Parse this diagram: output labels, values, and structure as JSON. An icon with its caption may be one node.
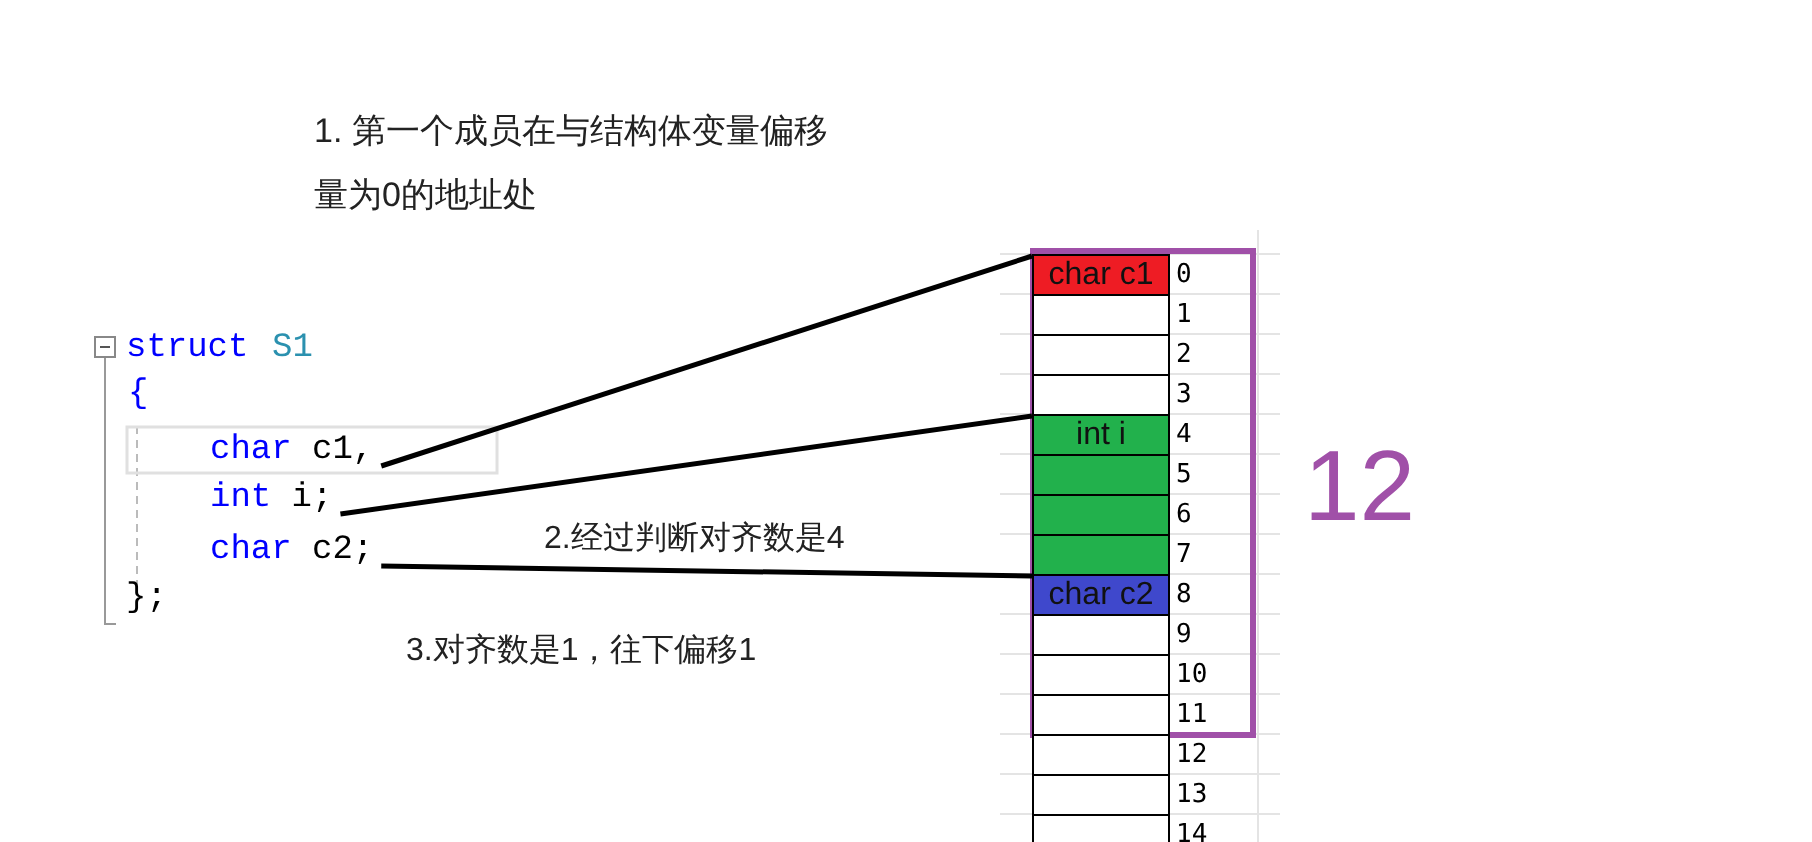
{
  "diagram": {
    "nodes": [
      {
        "text": [
          "char c1,"
        ]
      },
      {
        "text": [
          "int i;"
        ]
      },
      {
        "text": [
          "char c2;"
        ]
      },
      {
        "text": [],
        "shape": "box",
        "beside": [
          "12"
        ]
      },
      {
        "text": [
          "char c1"
        ],
        "in": 3,
        "beside": [
          "0"
        ]
      },
      {
        "text": [],
        "shape": "box",
        "in": 3,
        "beside": [
          "1"
        ]
      },
      {
        "text": [],
        "shape": "box",
        "in": 3,
        "beside": [
          "2"
        ]
      },
      {
        "text": [],
        "shape": "box",
        "in": 3,
        "beside": [
          "3"
        ]
      },
      {
        "text": [
          "int i"
        ],
        "in": 3,
        "beside": [
          "4"
        ]
      },
      {
        "text": [],
        "shape": "box",
        "in": 3,
        "beside": [
          "5"
        ]
      },
      {
        "text": [],
        "shape": "box",
        "in": 3,
        "beside": [
          "6"
        ]
      },
      {
        "text": [],
        "shape": "box",
        "in": 3,
        "beside": [
          "7"
        ]
      },
      {
        "text": [
          "char c2"
        ],
        "in": 3,
        "beside": [
          "8"
        ]
      },
      {
        "text": [],
        "shape": "box",
        "in": 3,
        "beside": [
          "9"
        ]
      },
      {
        "text": [],
        "shape": "box",
        "in": 3,
        "beside": [
          "10"
        ]
      },
      {
        "text": [],
        "shape": "box",
        "in": 3,
        "beside": [
          "11"
        ]
      },
      {
        "text": [],
        "shape": "box",
        "beside": [
          "12"
        ]
      },
      {
        "text": [],
        "shape": "box",
        "beside": [
          "13"
        ]
      },
      {
        "text": [],
        "shape": "box",
        "beside": [
          "14"
        ]
      }
    ],
    "edges": [
      {
        "from": 0,
        "to": 4,
        "arrow": "none"
      },
      {
        "from": 1,
        "to": 8,
        "arrow": "none"
      },
      {
        "from": 2,
        "to": 12,
        "arrow": "none"
      }
    ],
    "labels": [
      "1. 第一个成员在与结构体变量偏移量为0的地址处",
      "struct",
      "S1",
      "{",
      "};",
      "2.经过判断对齐数是4",
      "3.对齐数是1，往下偏移1"
    ]
  }
}
